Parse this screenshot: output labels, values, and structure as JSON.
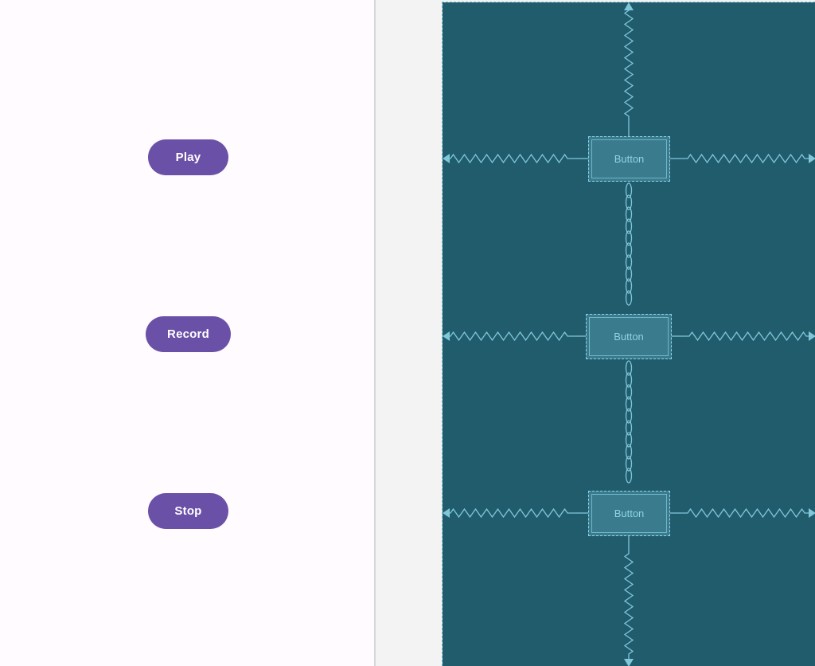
{
  "design": {
    "buttons": [
      {
        "label": "Play"
      },
      {
        "label": "Record"
      },
      {
        "label": "Stop"
      }
    ],
    "button_color": "#6a50a7",
    "background_color": "#fffbfe"
  },
  "blueprint": {
    "buttons": [
      {
        "label": "Button"
      },
      {
        "label": "Button"
      },
      {
        "label": "Button"
      }
    ],
    "background_color": "#215c6d",
    "line_color": "#7fc7da"
  }
}
